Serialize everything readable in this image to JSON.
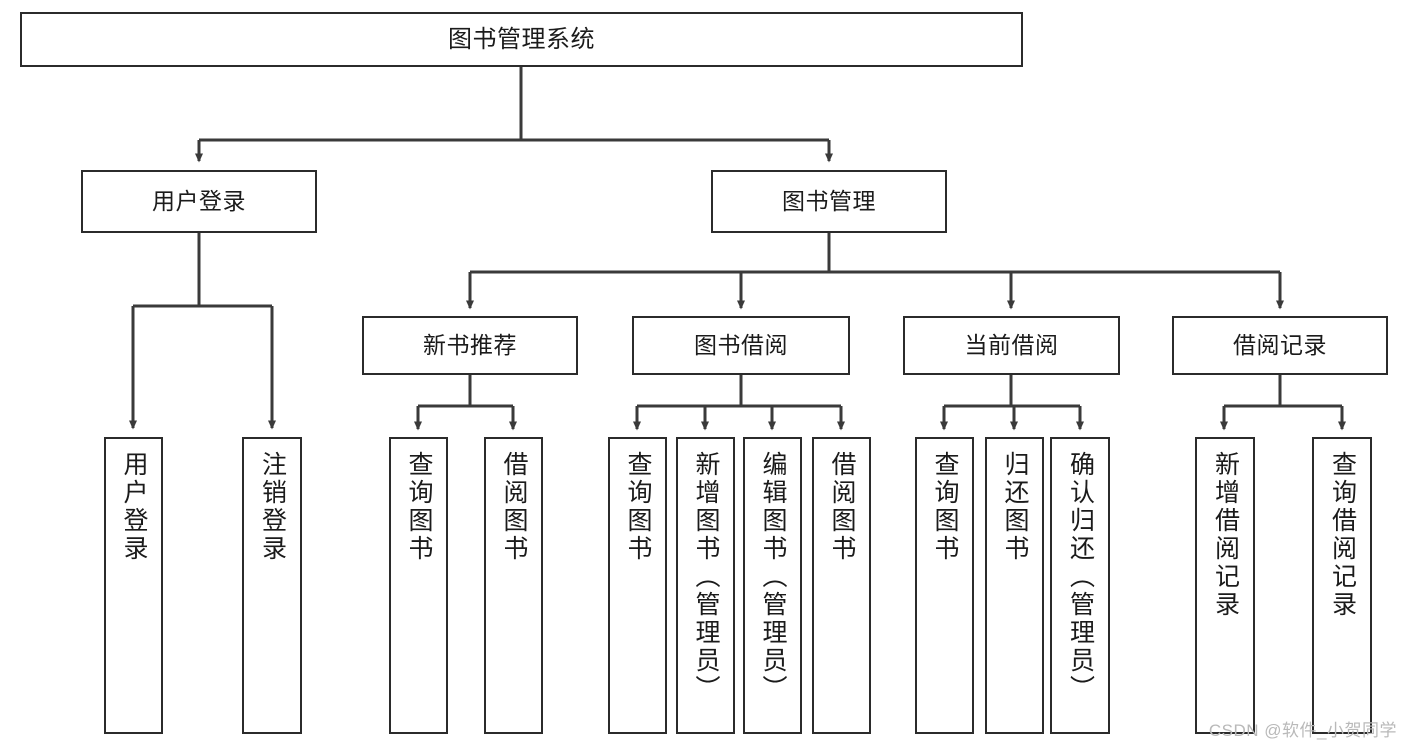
{
  "diagram": {
    "type": "tree",
    "title": "图书管理系统",
    "watermark": "CSDN @软件_小贺同学",
    "colors": {
      "node_border": "#2b2b2b",
      "node_fill": "#ffffff",
      "edge": "#3a3a3a",
      "text": "#1b1b1b",
      "watermark": "#b9b9b9",
      "background": "#ffffff"
    },
    "levels": {
      "root": [
        "图书管理系统"
      ],
      "level2": [
        "用户登录",
        "图书管理"
      ],
      "level3": [
        "新书推荐",
        "图书借阅",
        "当前借阅",
        "借阅记录"
      ],
      "leaves": [
        "用户登录",
        "注销登录",
        "查询图书",
        "借阅图书",
        "查询图书",
        "新增图书（管理员）",
        "编辑图书（管理员）",
        "借阅图书",
        "查询图书",
        "归还图书",
        "确认归还（管理员）",
        "新增借阅记录",
        "查询借阅记录"
      ]
    },
    "nodes": {
      "root": {
        "label": "图书管理系统"
      },
      "user_login": {
        "label": "用户登录"
      },
      "book_manage": {
        "label": "图书管理"
      },
      "new_book_rec": {
        "label": "新书推荐"
      },
      "book_borrow": {
        "label": "图书借阅"
      },
      "current_borrow": {
        "label": "当前借阅"
      },
      "borrow_record": {
        "label": "借阅记录"
      },
      "leaf_user_login": {
        "label": "用户登录"
      },
      "leaf_user_logout": {
        "label": "注销登录"
      },
      "leaf_rec_query": {
        "label": "查询图书"
      },
      "leaf_rec_borrow": {
        "label": "借阅图书"
      },
      "leaf_borrow_query": {
        "label": "查询图书"
      },
      "leaf_borrow_add": {
        "label": "新增图书（管理员）"
      },
      "leaf_borrow_edit": {
        "label": "编辑图书（管理员）"
      },
      "leaf_borrow_lend": {
        "label": "借阅图书"
      },
      "leaf_cur_query": {
        "label": "查询图书"
      },
      "leaf_cur_return": {
        "label": "归还图书"
      },
      "leaf_cur_confirm": {
        "label": "确认归还（管理员）"
      },
      "leaf_rec_add": {
        "label": "新增借阅记录"
      },
      "leaf_rec_search": {
        "label": "查询借阅记录"
      }
    }
  }
}
